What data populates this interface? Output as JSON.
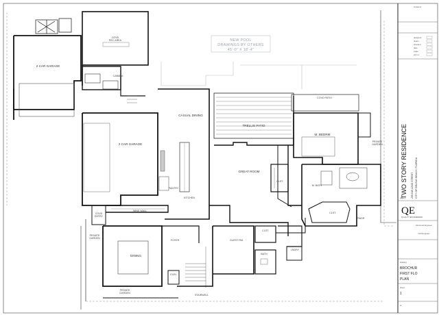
{
  "plan": {
    "rooms": [
      {
        "key": "covd_rec",
        "label": "COVD\nREC AREA"
      },
      {
        "key": "garage_left",
        "label": "2 CAR GARAGE"
      },
      {
        "key": "cabana",
        "label": "CABANA"
      },
      {
        "key": "casual_dining",
        "label": "CASUAL DINING"
      },
      {
        "key": "garage_mid",
        "label": "2 CAR GARAGE"
      },
      {
        "key": "pantry",
        "label": "PANTRY"
      },
      {
        "key": "kitchen",
        "label": "KITCHEN"
      },
      {
        "key": "covd_patio",
        "label": "COVD PATIO"
      },
      {
        "key": "trellis_patio",
        "label": "TRELLIS PATIO"
      },
      {
        "key": "m_bedrm",
        "label": "M. BEDRM"
      },
      {
        "key": "private_garden_r",
        "label": "PRIVATE\nGARDEN"
      },
      {
        "key": "great_room",
        "label": "GREAT ROOM"
      },
      {
        "key": "clst_a",
        "label": "CLST."
      },
      {
        "key": "m_bath",
        "label": "M. BATH"
      },
      {
        "key": "clst_b",
        "label": "CLST."
      },
      {
        "key": "powder",
        "label": "PWDR"
      },
      {
        "key": "covd_entry",
        "label": "COVD\nENTRY"
      },
      {
        "key": "wine_wall",
        "label": "WINE WALL"
      },
      {
        "key": "foyer",
        "label": "FOYER"
      },
      {
        "key": "private_garden_l",
        "label": "PRIVATE\nGARDEN"
      },
      {
        "key": "dining",
        "label": "DINING"
      },
      {
        "key": "guest_rm",
        "label": "GUEST RM."
      },
      {
        "key": "clst_c",
        "label": "CLST."
      },
      {
        "key": "bath",
        "label": "BATH"
      },
      {
        "key": "lndry",
        "label": "LNDRY"
      },
      {
        "key": "private_garden_b",
        "label": "PRIVATE\nGARDEN"
      },
      {
        "key": "stairwell",
        "label": "STAIRWELL"
      },
      {
        "key": "elev",
        "label": "ELEV"
      }
    ],
    "pool_note": [
      "NEW POOL",
      "DRAWINGS BY OTHERS",
      "45'-0\" X 18'-4\""
    ]
  },
  "title_block": {
    "revisions_label": "revisions",
    "meta": [
      {
        "label": "designed",
        "value": ""
      },
      {
        "label": "drawn",
        "value": ""
      },
      {
        "label": "checked",
        "value": ""
      },
      {
        "label": "date",
        "value": ""
      },
      {
        "label": "scale",
        "value": ""
      },
      {
        "label": "job no.",
        "value": ""
      }
    ],
    "project_title": "TWO STORY RESIDENCE",
    "project_address": "299 NW 22ND STREET",
    "project_city": "CITY OF DELRAY BEACH, FLORIDA",
    "project_label": "project",
    "logo": "QE",
    "logo_sub": "QUALITY ENGINEERED",
    "consultant_1": "Structural Engineer",
    "consultant_2": "Civil Engineer",
    "drawing_label": "drawing",
    "drawing_title": [
      "BROCHUR",
      "FIRST FLO",
      "PLAN"
    ],
    "sheet_label": "sheet",
    "sheet_no": "1",
    "of_label": "of"
  },
  "colors": {
    "wall": "#1a1a1a",
    "thin": "#555555",
    "hatch": "#888888",
    "pool": "#aab3bd"
  }
}
